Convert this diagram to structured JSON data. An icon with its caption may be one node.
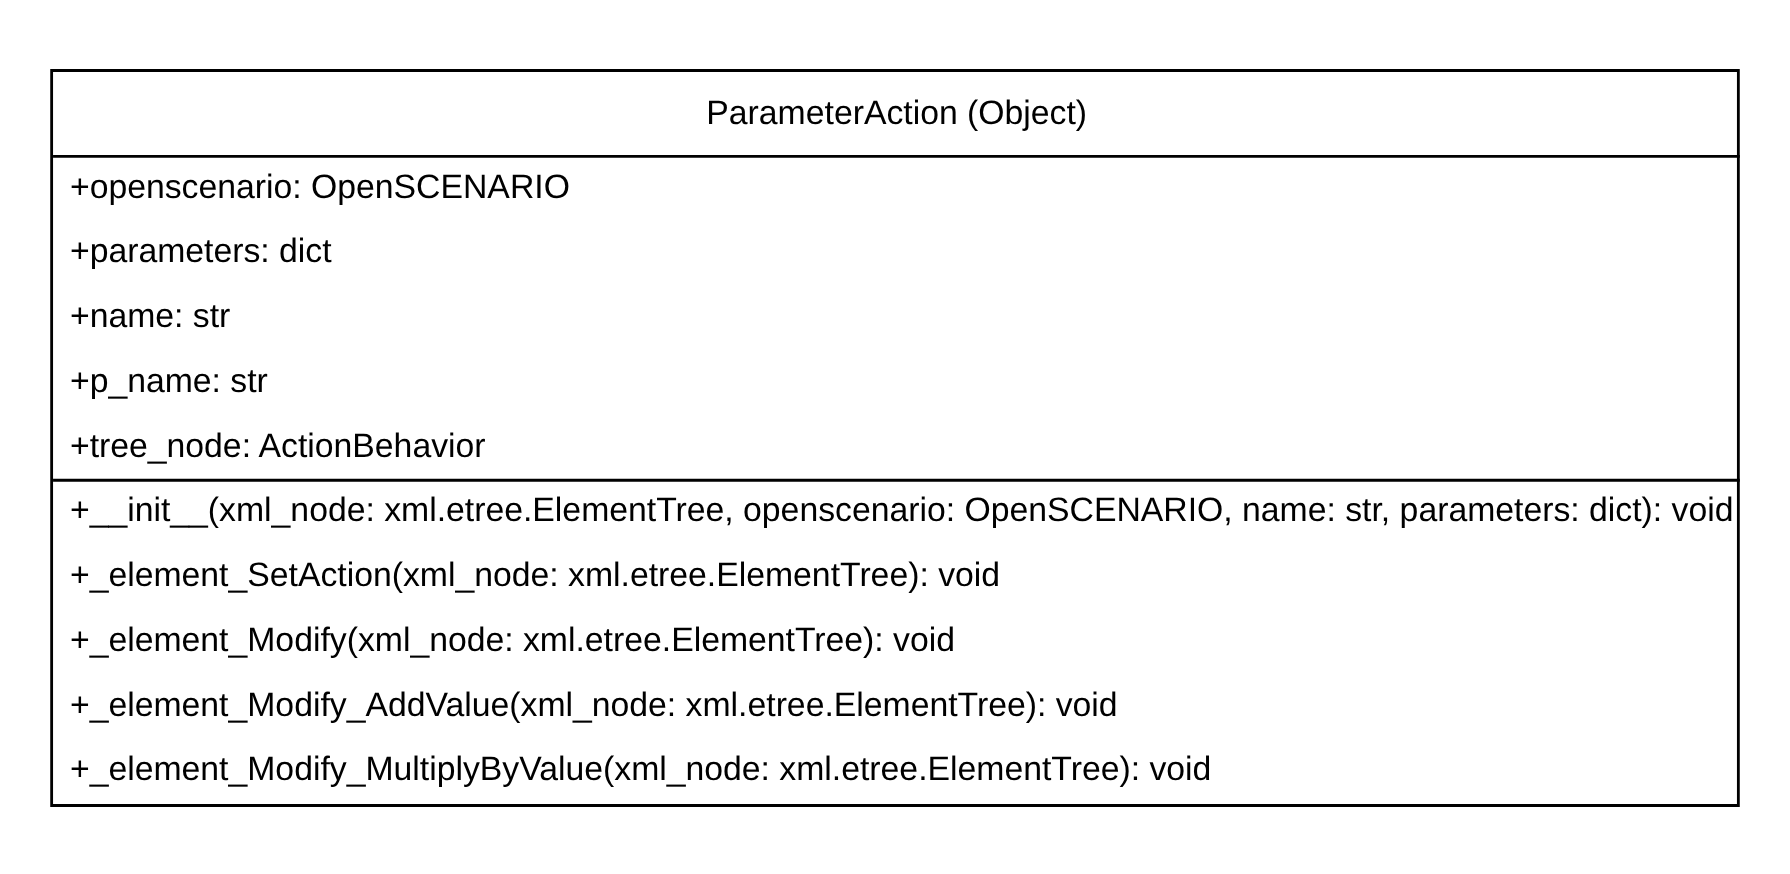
{
  "diagram": {
    "nodes": [
      {
        "text": [
          "ParameterAction (Object)",
          "+openscenario: OpenSCENARIO",
          "+parameters: dict",
          "+name: str",
          "+p_name: str",
          "+tree_node: ActionBehavior",
          "+__init__(xml_node: xml.etree.ElementTree, openscenario: OpenSCENARIO, name: str, parameters: dict): void",
          "+_element_SetAction(xml_node: xml.etree.ElementTree): void",
          "+_element_Modify(xml_node: xml.etree.ElementTree): void",
          "+_element_Modify_AddValue(xml_node: xml.etree.ElementTree): void",
          "+_element_Modify_MultiplyByValue(xml_node: xml.etree.ElementTree): void"
        ]
      }
    ],
    "edges": []
  }
}
